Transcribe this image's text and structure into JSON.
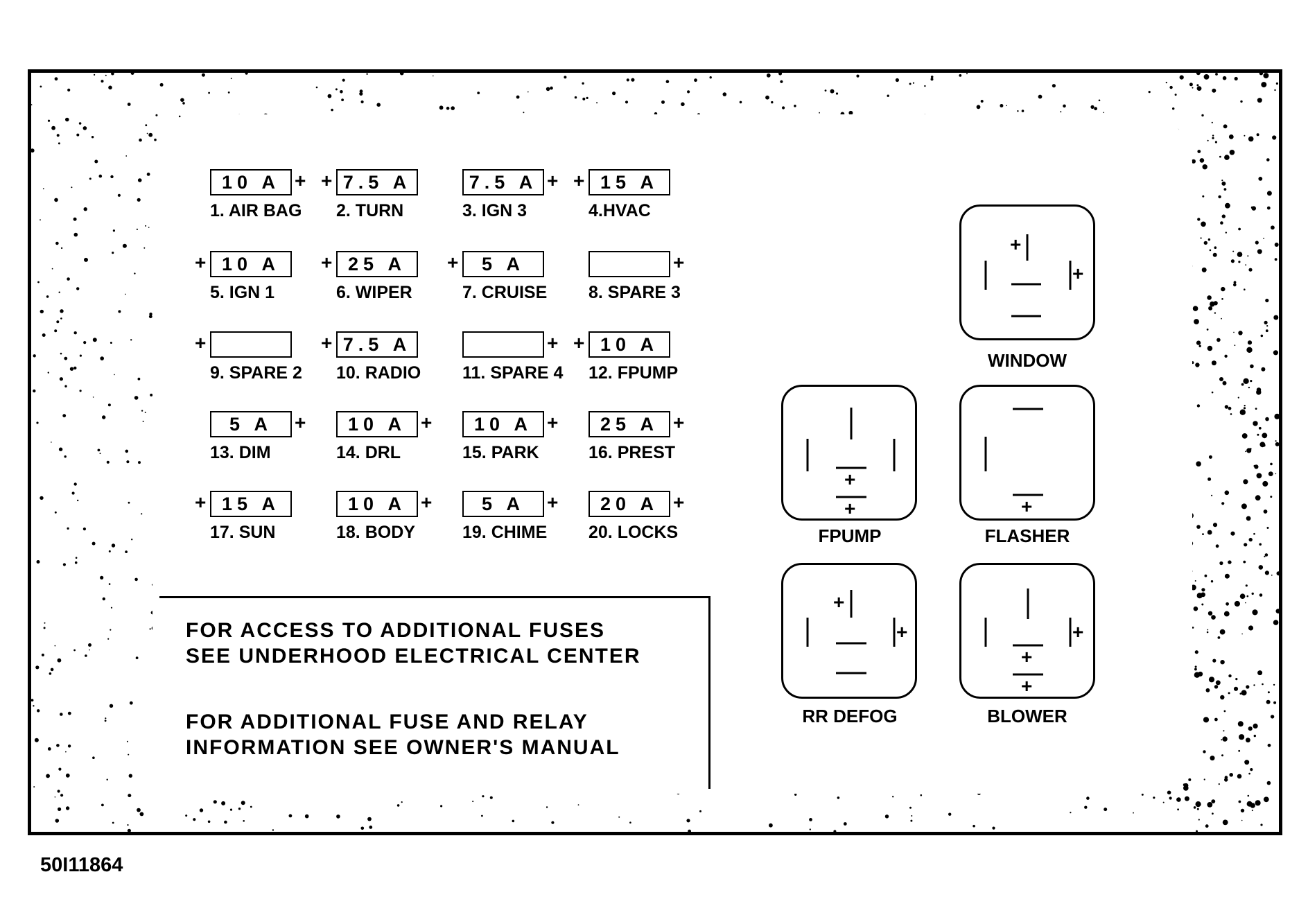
{
  "fuses": [
    {
      "label": "1. AIR BAG",
      "rating": "10 A",
      "plus_left": "",
      "plus_right": "+"
    },
    {
      "label": "2. TURN",
      "rating": "7.5 A",
      "plus_left": "+",
      "plus_right": ""
    },
    {
      "label": "3. IGN 3",
      "rating": "7.5 A",
      "plus_left": "",
      "plus_right": "+"
    },
    {
      "label": "4.HVAC",
      "rating": "15 A",
      "plus_left": "+",
      "plus_right": ""
    },
    {
      "label": "5. IGN 1",
      "rating": "10 A",
      "plus_left": "+",
      "plus_right": ""
    },
    {
      "label": "6. WIPER",
      "rating": "25 A",
      "plus_left": "+",
      "plus_right": ""
    },
    {
      "label": "7. CRUISE",
      "rating": "5 A",
      "plus_left": "+",
      "plus_right": ""
    },
    {
      "label": "8. SPARE 3",
      "rating": "",
      "plus_left": "",
      "plus_right": "+"
    },
    {
      "label": "9. SPARE 2",
      "rating": "",
      "plus_left": "+",
      "plus_right": ""
    },
    {
      "label": "10. RADIO",
      "rating": "7.5 A",
      "plus_left": "+",
      "plus_right": ""
    },
    {
      "label": "11. SPARE 4",
      "rating": "",
      "plus_left": "",
      "plus_right": "+"
    },
    {
      "label": "12. FPUMP",
      "rating": "10 A",
      "plus_left": "+",
      "plus_right": ""
    },
    {
      "label": "13. DIM",
      "rating": "5 A",
      "plus_left": "",
      "plus_right": "+"
    },
    {
      "label": "14. DRL",
      "rating": "10 A",
      "plus_left": "",
      "plus_right": "+"
    },
    {
      "label": "15. PARK",
      "rating": "10 A",
      "plus_left": "",
      "plus_right": "+"
    },
    {
      "label": "16. PREST",
      "rating": "25 A",
      "plus_left": "",
      "plus_right": "+"
    },
    {
      "label": "17. SUN",
      "rating": "15 A",
      "plus_left": "+",
      "plus_right": ""
    },
    {
      "label": "18. BODY",
      "rating": "10 A",
      "plus_left": "",
      "plus_right": "+"
    },
    {
      "label": "19. CHIME",
      "rating": "5 A",
      "plus_left": "",
      "plus_right": "+"
    },
    {
      "label": "20. LOCKS",
      "rating": "20 A",
      "plus_left": "",
      "plus_right": "+"
    }
  ],
  "relays": {
    "window": {
      "label": "WINDOW",
      "plus": "+"
    },
    "fpump": {
      "label": "FPUMP",
      "plus": "+"
    },
    "flasher": {
      "label": "FLASHER",
      "plus": "+"
    },
    "rr_defog": {
      "label": "RR DEFOG",
      "plus": "+"
    },
    "blower": {
      "label": "BLOWER",
      "plus": "+"
    }
  },
  "notice": {
    "line1": "FOR ACCESS TO ADDITIONAL FUSES",
    "line2": "SEE UNDERHOOD ELECTRICAL CENTER",
    "line3": "FOR ADDITIONAL FUSE AND RELAY",
    "line4": "INFORMATION SEE OWNER'S MANUAL"
  },
  "figure_id": "50I11864"
}
